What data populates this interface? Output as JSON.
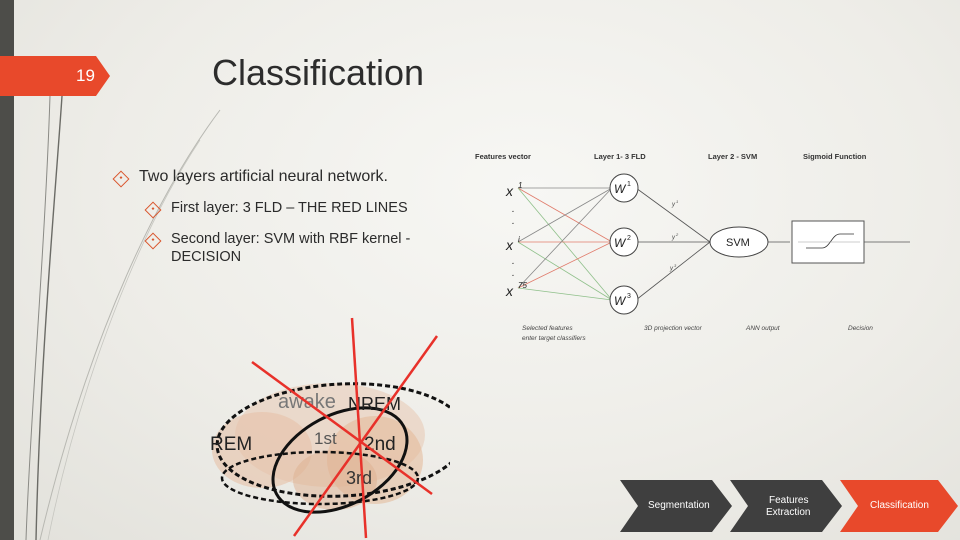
{
  "slide": {
    "page_number": "19",
    "title": "Classification",
    "bullets": [
      {
        "text": "Two layers artificial neural network.",
        "bold": false
      },
      {
        "text": "First layer: 3 FLD – THE RED LINES"
      },
      {
        "text": "Second layer: SVM with RBF kernel -",
        "text2": "DECISION"
      }
    ]
  },
  "diagram": {
    "headers": [
      "Features vector",
      "Layer 1- 3 FLD",
      "Layer 2 - SVM",
      "Sigmoid Function"
    ],
    "inputs": [
      "x",
      "x",
      "x"
    ],
    "input_sup": [
      "1",
      "i",
      "75"
    ],
    "dots": ".",
    "nodes": [
      "W",
      "W",
      "W"
    ],
    "node_sup": [
      "1",
      "2",
      "3"
    ],
    "svm": "SVM",
    "edge_labels": [
      "y",
      "y",
      "y"
    ],
    "edge_sup": [
      "1",
      "2",
      "3"
    ],
    "footer": [
      "Selected features",
      "enter target classifiers",
      "3D projection vector",
      "ANN output",
      "Decision"
    ]
  },
  "venn": {
    "labels": [
      "awake",
      "NREM",
      "REM",
      "1st",
      "2nd",
      "3rd"
    ]
  },
  "process": {
    "steps": [
      "Segmentation",
      "Features",
      "Extraction",
      "Classification"
    ]
  },
  "colors": {
    "accent": "#e8492b",
    "dark_bar": "#4d4d49",
    "chevron_gray": "#3f3f3f"
  }
}
